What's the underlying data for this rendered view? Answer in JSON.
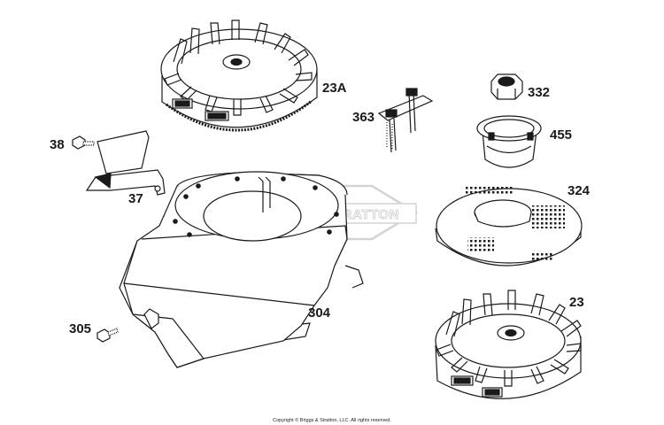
{
  "callouts": {
    "c23a": "23A",
    "c363": "363",
    "c332": "332",
    "c455": "455",
    "c38": "38",
    "c37": "37",
    "c324": "324",
    "c304": "304",
    "c23": "23",
    "c305": "305"
  },
  "watermark": {
    "brand": "BRIGGS&STRATTON"
  },
  "footer": {
    "copyright": "Copyright © Briggs & Stratton, LLC. All rights reserved."
  },
  "colors": {
    "line": "#1a1a1a",
    "watermark": "#cfcfcf",
    "background": "#ffffff"
  }
}
